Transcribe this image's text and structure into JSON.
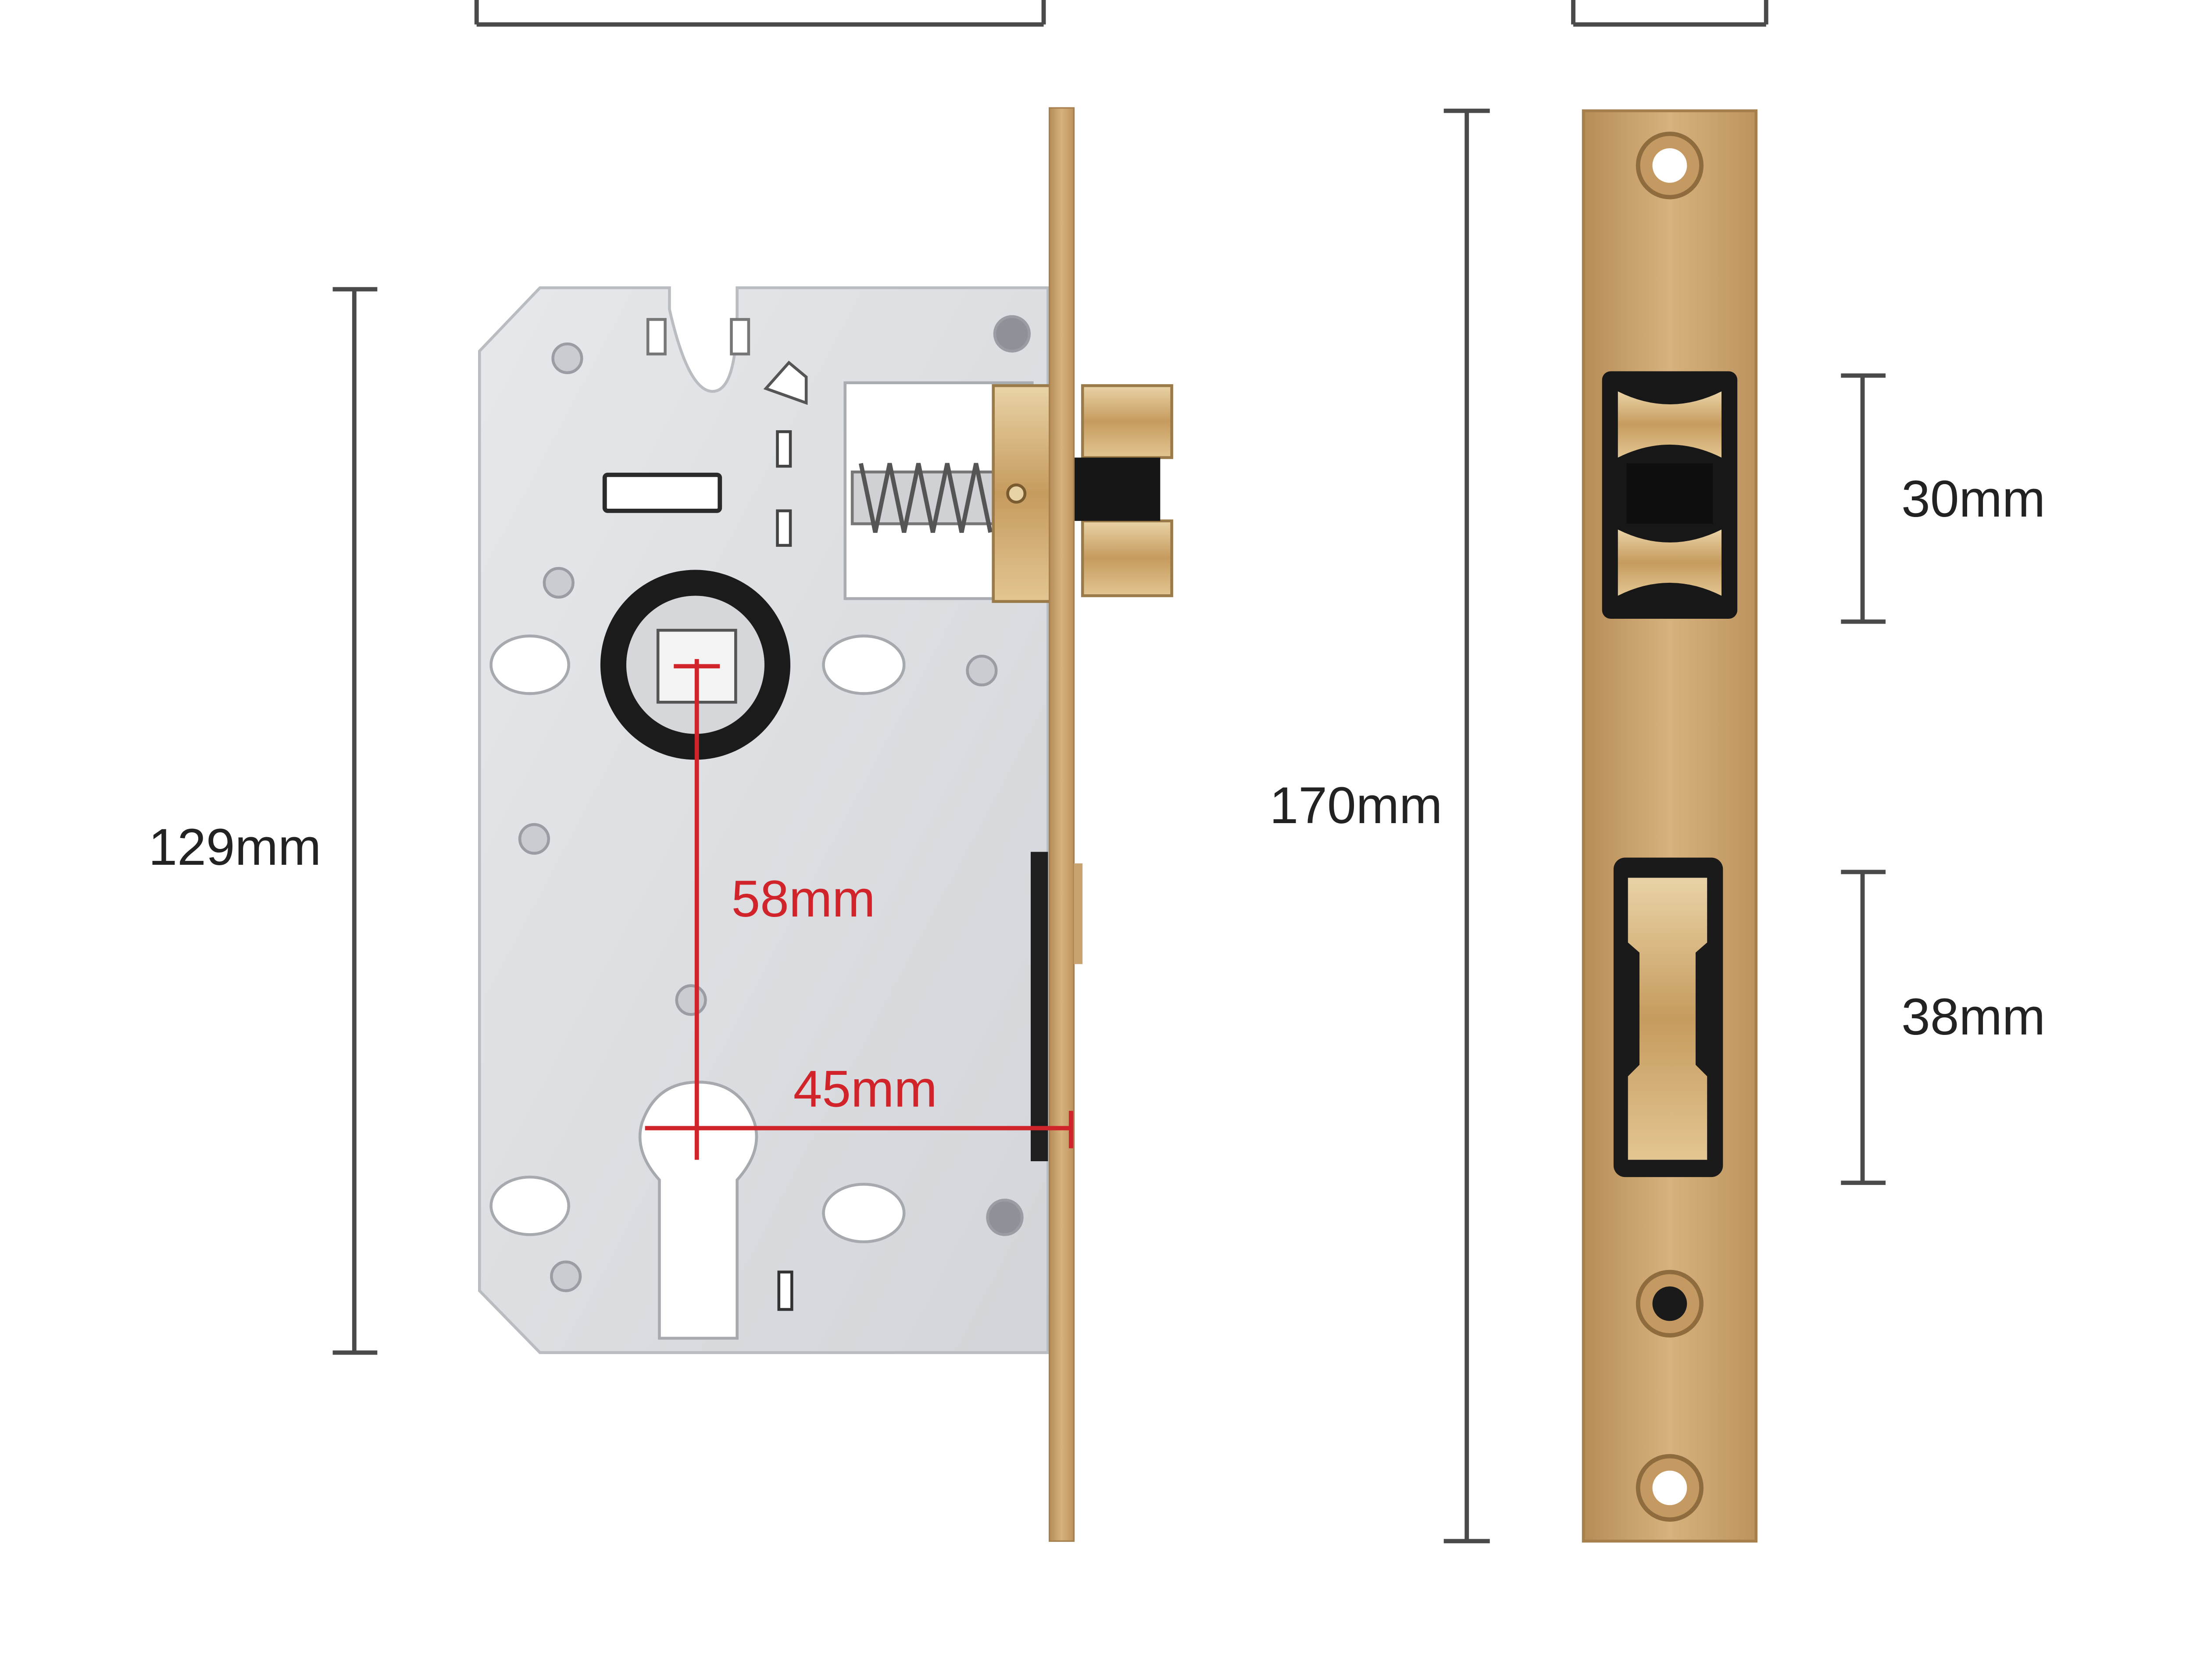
{
  "colors": {
    "background": "#ffffff",
    "dimension_line": "#4a4a4a",
    "dimension_text": "#222222",
    "accent_red": "#d0242a",
    "lock_body_silver": "#dcdee2",
    "faceplate_gold": "#c79e6a",
    "latch_brass": "#caa66b",
    "spindle_ring_black": "#1b1b1b"
  },
  "dimensions": {
    "body_height": "129mm",
    "backset_vertical": "58mm",
    "backset_horizontal": "45mm",
    "faceplate_height": "170mm",
    "latch_opening": "30mm",
    "deadbolt_opening": "38mm"
  },
  "icons": [
    "lock-body",
    "faceplate",
    "latch-bolt",
    "spring",
    "spindle-hub",
    "cylinder-hole",
    "screw-hole"
  ]
}
